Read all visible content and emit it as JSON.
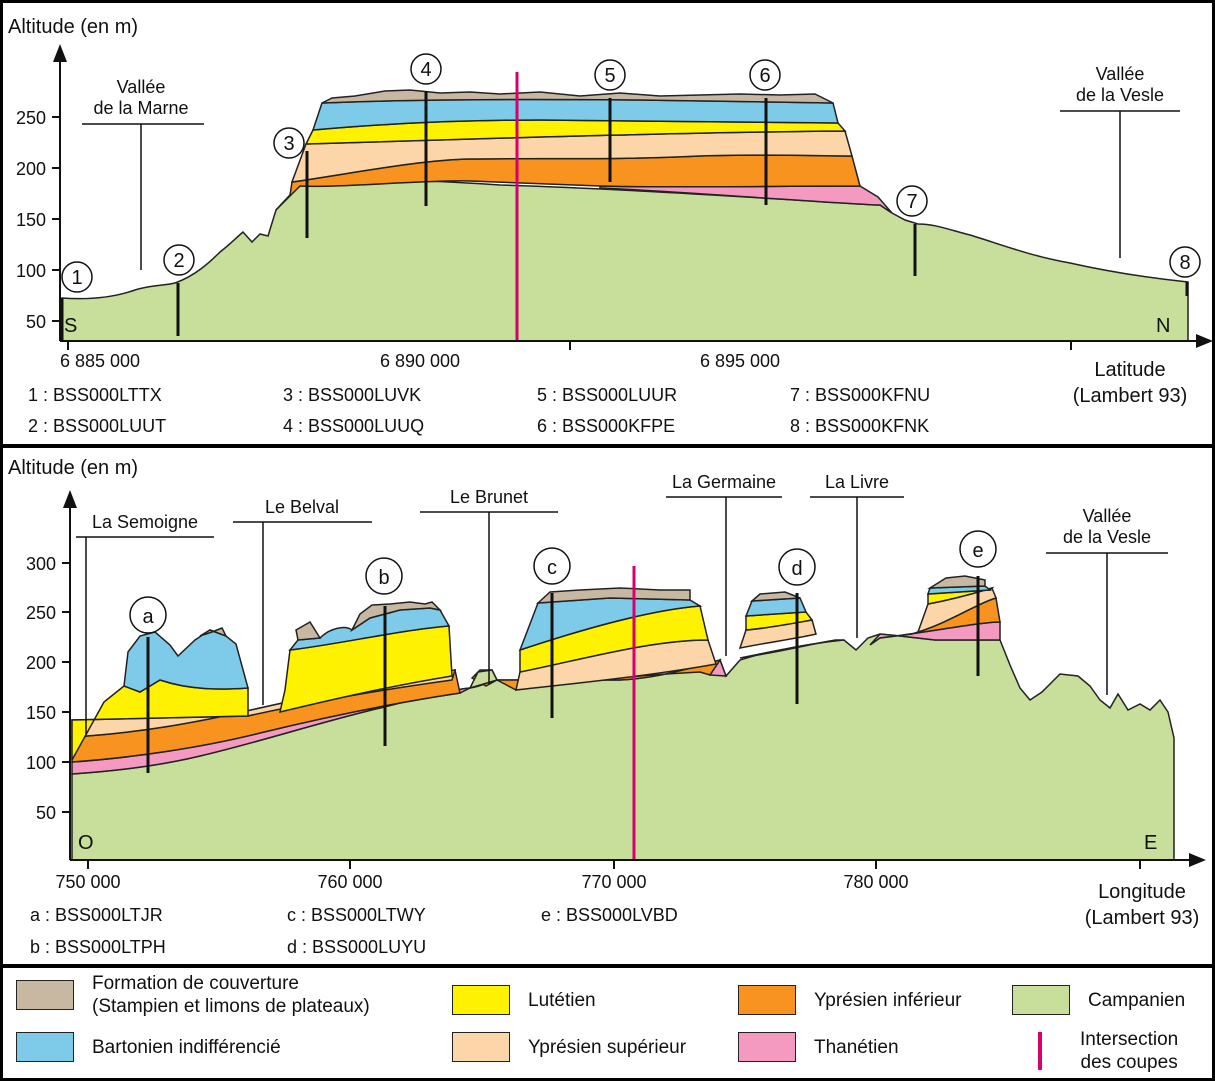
{
  "colors": {
    "couverture": "#c9b8a1",
    "bartonien": "#7ecbe9",
    "lutetien": "#fff200",
    "ypresien_sup": "#fcd6a8",
    "ypresien_inf": "#f7931e",
    "thanetien": "#f49ac1",
    "campanien": "#c7df9a",
    "intersection": "#d6006e"
  },
  "section1": {
    "y_axis_label": "Altitude (en m)",
    "y_ticks": [
      "250",
      "200",
      "150",
      "100",
      "50"
    ],
    "x_ticks": [
      "6 885 000",
      "6 890 000",
      "6 895 000"
    ],
    "x_axis_label_line1": "Latitude",
    "x_axis_label_line2": "(Lambert 93)",
    "dir_left": "S",
    "dir_right": "N",
    "valley_left_line1": "Vallée",
    "valley_left_line2": "de la Marne",
    "valley_right_line1": "Vallée",
    "valley_right_line2": "de la Vesle",
    "boreholes": [
      {
        "num": "1",
        "code": "1 : BSS000LTTX"
      },
      {
        "num": "2",
        "code": "2 : BSS000LUUT"
      },
      {
        "num": "3",
        "code": "3 : BSS000LUVK"
      },
      {
        "num": "4",
        "code": "4 : BSS000LUUQ"
      },
      {
        "num": "5",
        "code": "5 : BSS000LUUR"
      },
      {
        "num": "6",
        "code": "6 : BSS000KFPE"
      },
      {
        "num": "7",
        "code": "7 : BSS000KFNU"
      },
      {
        "num": "8",
        "code": "8 : BSS000KFNK"
      }
    ]
  },
  "section2": {
    "y_axis_label": "Altitude (en m)",
    "y_ticks": [
      "300",
      "250",
      "200",
      "150",
      "100",
      "50"
    ],
    "x_ticks": [
      "750 000",
      "760 000",
      "770 000",
      "780 000"
    ],
    "x_axis_label_line1": "Longitude",
    "x_axis_label_line2": "(Lambert 93)",
    "dir_left": "O",
    "dir_right": "E",
    "place_semoigne": "La Semoigne",
    "place_belval": "Le Belval",
    "place_brunet": "Le Brunet",
    "place_germaine": "La Germaine",
    "place_livre": "La Livre",
    "valley_right_line1": "Vallée",
    "valley_right_line2": "de la Vesle",
    "boreholes": [
      {
        "letter": "a",
        "code": "a : BSS000LTJR"
      },
      {
        "letter": "b",
        "code": "b : BSS000LTPH"
      },
      {
        "letter": "c",
        "code": "c : BSS000LTWY"
      },
      {
        "letter": "d",
        "code": "d : BSS000LUYU"
      },
      {
        "letter": "e",
        "code": "e : BSS000LVBD"
      }
    ]
  },
  "legend": {
    "couverture": "Formation de couverture\n(Stampien et limons de plateaux)",
    "bartonien": "Bartonien indifférencié",
    "lutetien": "Lutétien",
    "ypresien_sup": "Yprésien supérieur",
    "ypresien_inf": "Yprésien inférieur",
    "thanetien": "Thanétien",
    "campanien": "Campanien",
    "intersection": "Intersection\ndes coupes"
  }
}
